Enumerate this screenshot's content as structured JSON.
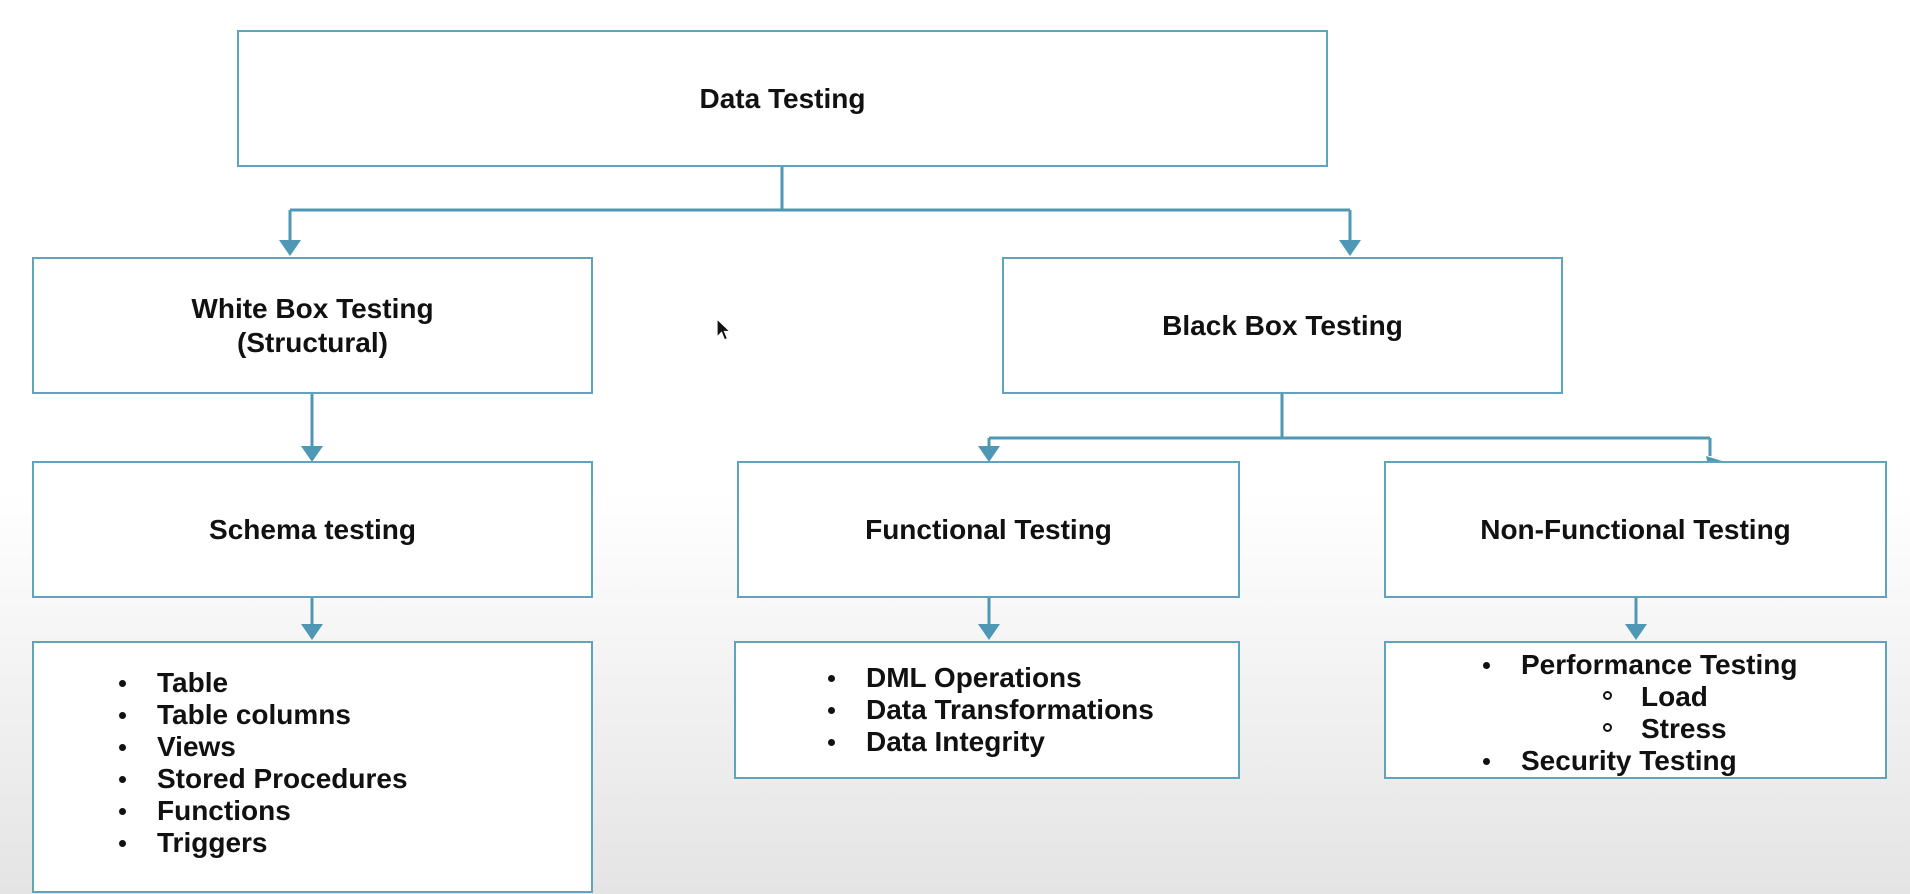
{
  "colors": {
    "border": "#5fa3bd",
    "connector": "#4e98b6",
    "text": "#111111"
  },
  "root": {
    "label": "Data Testing"
  },
  "white_box": {
    "line1": "White Box Testing",
    "line2": "(Structural)"
  },
  "black_box": {
    "label": "Black Box Testing"
  },
  "schema": {
    "label": "Schema testing"
  },
  "functional": {
    "label": "Functional Testing"
  },
  "non_functional": {
    "label": "Non-Functional Testing"
  },
  "schema_items": [
    "Table",
    "Table columns",
    "Views",
    "Stored Procedures",
    "Functions",
    "Triggers"
  ],
  "functional_items": [
    "DML Operations",
    "Data Transformations",
    "Data Integrity"
  ],
  "non_functional_items": {
    "performance": "Performance Testing",
    "performance_sub": [
      "Load",
      "Stress"
    ],
    "security": "Security Testing"
  }
}
